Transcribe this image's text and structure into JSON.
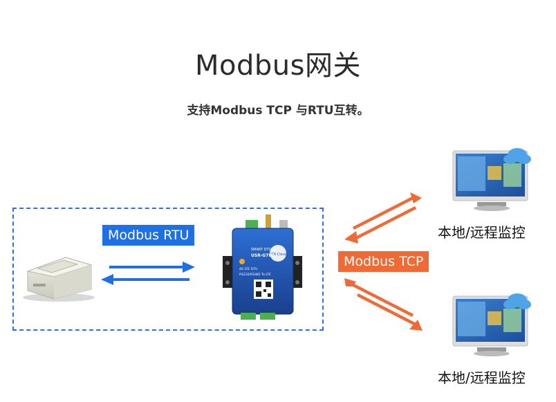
{
  "title": "Modbus网关",
  "subtitle": "支持Modbus TCP 与RTU互转。",
  "labels": {
    "rtu": "Modbus RTU",
    "tcp": "Modbus TCP"
  },
  "endpoints": [
    {
      "caption": "本地/远程监控"
    },
    {
      "caption": "本地/远程监控"
    }
  ],
  "device": {
    "line1": "SMART DTU",
    "line2": "USR-G780",
    "line3": "4G LTE DTU",
    "line4": "RS232/RS485 To LTE",
    "badge": "USR Cloud"
  },
  "colors": {
    "blue": "#1f6fe5",
    "orange": "#f06a35",
    "dash": "#2f6ee0"
  }
}
